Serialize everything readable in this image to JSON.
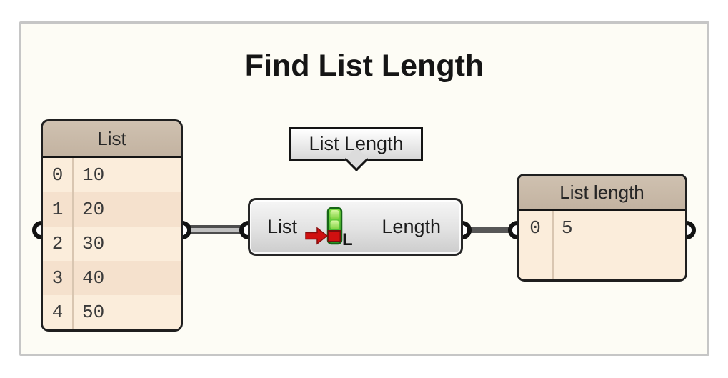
{
  "title": "Find List Length",
  "tooltip": {
    "label": "List Length"
  },
  "component": {
    "name": "List Length component",
    "input_label": "List",
    "output_label": "Length",
    "icon": "list-length-icon",
    "icon_letter": "L"
  },
  "input_panel": {
    "header": "List",
    "rows": [
      {
        "index": "0",
        "value": "10"
      },
      {
        "index": "1",
        "value": "20"
      },
      {
        "index": "2",
        "value": "30"
      },
      {
        "index": "3",
        "value": "40"
      },
      {
        "index": "4",
        "value": "50"
      }
    ]
  },
  "output_panel": {
    "header": "List length",
    "rows": [
      {
        "index": "0",
        "value": "5"
      }
    ]
  },
  "colors": {
    "canvas_bg": "#fdfcf5",
    "frame_border": "#c6c6c6",
    "panel_header": "#c9baa9",
    "panel_row_light": "#fbeddb",
    "panel_row_dark": "#f5e1cd",
    "panel_border": "#1f1f1f",
    "wire_gray": "#4d4d4d",
    "icon_green": "#3bbf2e",
    "icon_red": "#d01010"
  }
}
